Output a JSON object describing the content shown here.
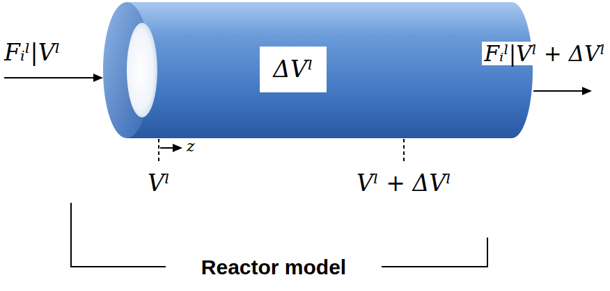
{
  "diagram": {
    "nodes": [
      {
        "text": [
          "ΔVˡ"
        ]
      }
    ],
    "labels": [
      "Fᵢˡ|Vˡ",
      "Fᵢˡ|Vˡ + ΔVˡ",
      "z",
      "Vˡ",
      "Vˡ + ΔVˡ",
      "Reactor model"
    ]
  }
}
